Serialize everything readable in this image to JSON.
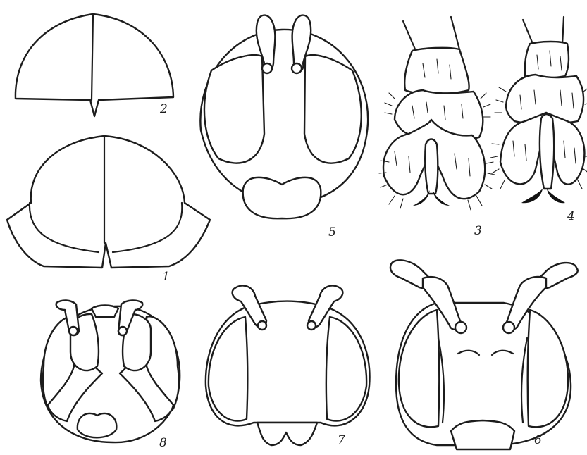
{
  "figure_labels": {
    "fig1": "1",
    "fig2": "2",
    "fig3": "3",
    "fig4": "4",
    "fig5": "5",
    "fig6": "6",
    "fig7": "7",
    "fig8": "8"
  },
  "colors": {
    "ink": "#1c1c1c",
    "paper": "#ffffff"
  }
}
